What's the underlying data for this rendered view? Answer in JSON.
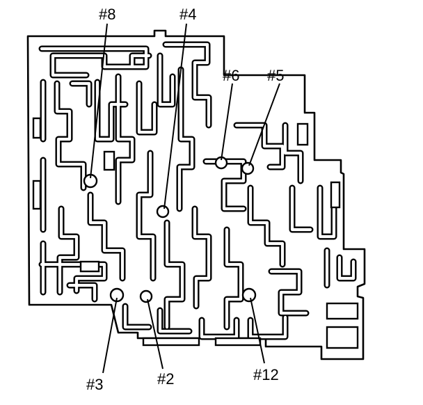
{
  "diagram": {
    "labels": [
      {
        "id": "ball-8",
        "text": "#8"
      },
      {
        "id": "ball-4",
        "text": "#4"
      },
      {
        "id": "ball-6",
        "text": "#6"
      },
      {
        "id": "ball-5",
        "text": "#5"
      },
      {
        "id": "ball-3",
        "text": "#3"
      },
      {
        "id": "ball-2",
        "text": "#2"
      },
      {
        "id": "ball-12",
        "text": "#12"
      }
    ]
  }
}
